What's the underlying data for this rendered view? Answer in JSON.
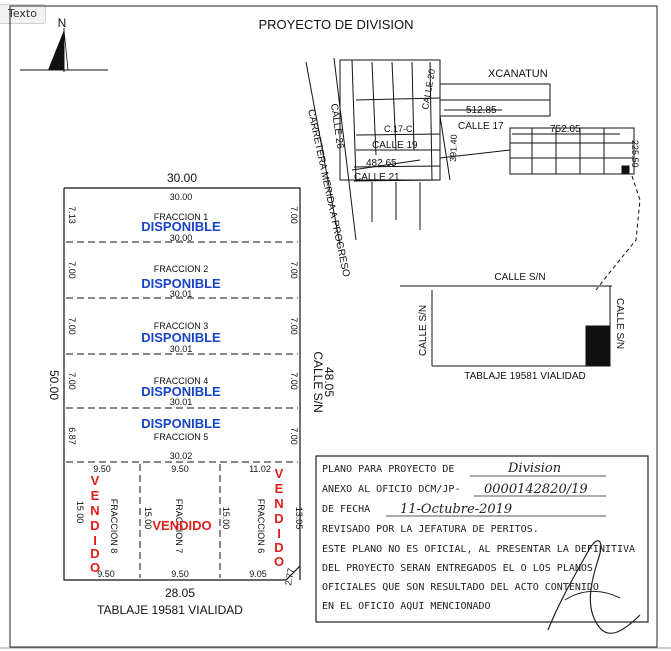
{
  "ui": {
    "tag_label": "Texto"
  },
  "drawing": {
    "title": "PROYECTO DE DIVISION",
    "north": "N",
    "top_dimension": "30.00",
    "left_dimension": "50.00",
    "bottom_dimension": "28.05",
    "bottom_road": "TABLAJE 19581 VIALIDAD",
    "right_street": "CALLE S/N",
    "right_dimension": "48.05",
    "corner_dimension": "2.77",
    "fractions_available": [
      {
        "name": "FRACCION 1",
        "status": "DISPONIBLE",
        "top": "30.00",
        "bottom": "30.00",
        "left": "7.13",
        "right": "7.00"
      },
      {
        "name": "FRACCION 2",
        "status": "DISPONIBLE",
        "bottom": "30.01",
        "left": "7.00",
        "right": "7.00"
      },
      {
        "name": "FRACCION 3",
        "status": "DISPONIBLE",
        "bottom": "30.01",
        "left": "7.00",
        "right": "7.00"
      },
      {
        "name": "FRACCION 4",
        "status": "DISPONIBLE",
        "bottom": "30.01",
        "left": "7.00",
        "right": "7.00"
      },
      {
        "name": "FRACCION 5",
        "status": "DISPONIBLE",
        "bottom": "30.02",
        "left": "6.87",
        "right": "7.00"
      }
    ],
    "fractions_sold": [
      {
        "name": "FRACCION 8",
        "status": "VENDIDO",
        "top": "9.50",
        "bottom": "9.50",
        "side": "15.00"
      },
      {
        "name": "FRACCION 7",
        "status": "VENDIDO",
        "top": "9.50",
        "bottom": "9.50",
        "side": "15.00"
      },
      {
        "name": "FRACCION 6",
        "status": "VENDIDO",
        "top": "11.02",
        "bottom": "9.05",
        "side_left": "15.00",
        "side_right": "13.05"
      }
    ],
    "location_map": {
      "town": "XCANATUN",
      "highway": "CARRETERA MERIDA A PROGRESO",
      "streets": [
        "CALLE 26",
        "C.17-C",
        "CALLE 20",
        "CALLE 19",
        "CALLE 17",
        "CALLE 21"
      ],
      "dimensions": [
        "512.85",
        "752.05",
        "391.40",
        "482.65",
        "225.50"
      ]
    },
    "site_plan": {
      "top_street": "CALLE S/N",
      "left_street": "CALLE S/N",
      "right_street": "CALLE S/N",
      "bottom_label": "TABLAJE 19581 VIALIDAD"
    }
  },
  "stamp": {
    "line1_label": "PLANO PARA PROYECTO DE",
    "line1_value": "Division",
    "line2_label": "ANEXO AL OFICIO DCM/JP-",
    "line2_value": "0000142820/19",
    "line3_label": "DE FECHA",
    "line3_value": "11-Octubre-2019",
    "line4": "REVISADO POR LA JEFATURA DE PERITOS.",
    "line5": "ESTE PLANO NO ES OFICIAL, AL PRESENTAR LA DEFINITIVA",
    "line6": "DEL PROYECTO SERAN ENTREGADOS EL O LOS PLANOS",
    "line7": "OFICIALES QUE SON RESULTADO DEL ACTO CONTENIDO",
    "line8": "EN EL OFICIO AQUI MENCIONADO"
  }
}
